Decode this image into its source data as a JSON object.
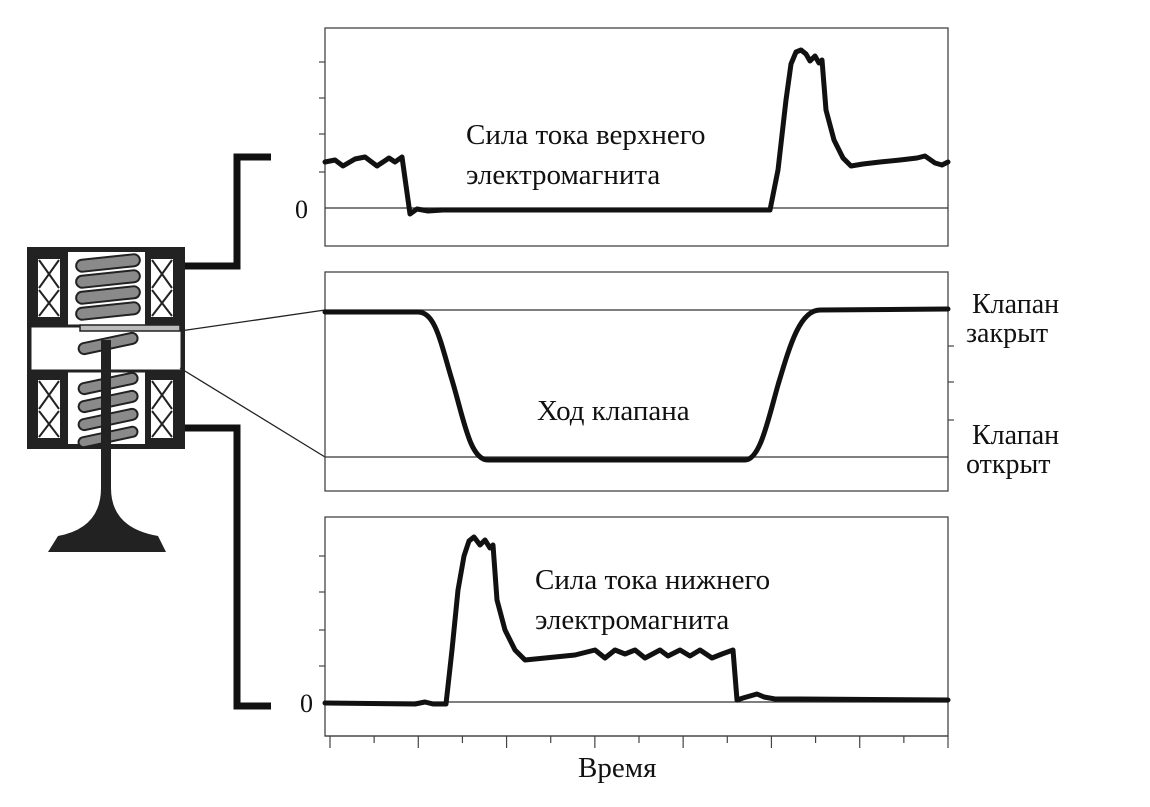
{
  "diagram": {
    "upper_panel": {
      "label_line1": "Сила тока верхнего",
      "label_line2": "электромагнита",
      "zero_label": "0"
    },
    "middle_panel": {
      "label": "Ход клапана",
      "closed_line1": "Клапан",
      "closed_line2": "закрыт",
      "open_line1": "Клапан",
      "open_line2": "открыт"
    },
    "lower_panel": {
      "label_line1": "Сила тока нижнего",
      "label_line2": "электромагнита",
      "zero_label": "0"
    },
    "x_axis_label": "Время"
  },
  "colors": {
    "trace": "#111111",
    "frame": "#333333",
    "background": "#ffffff",
    "spring_fill": "#888888"
  }
}
